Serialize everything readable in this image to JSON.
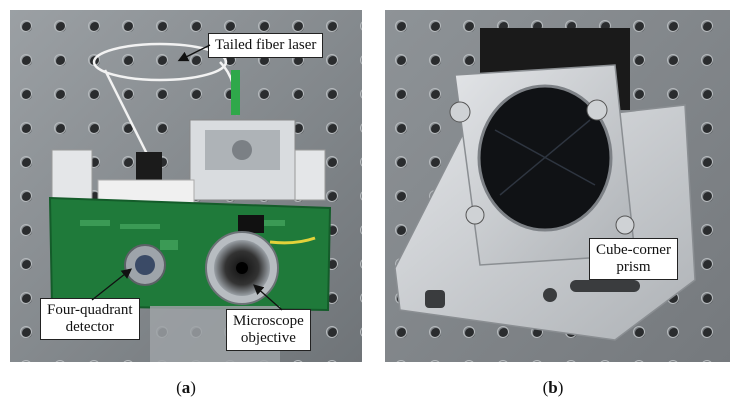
{
  "panel_a": {
    "labels": {
      "fiber_laser": "Tailed fiber laser",
      "detector_line1": "Four-quadrant",
      "detector_line2": "detector",
      "objective_line1": "Microscope",
      "objective_line2": "objective"
    },
    "caption_letter": "a"
  },
  "panel_b": {
    "labels": {
      "prism_line1": "Cube-corner",
      "prism_line2": "prism"
    },
    "caption_letter": "b"
  },
  "colors": {
    "table": "#8a8f94",
    "pcb": "#1f7a3a",
    "aluminum": "#c9ccd0",
    "label_border": "#222222"
  }
}
